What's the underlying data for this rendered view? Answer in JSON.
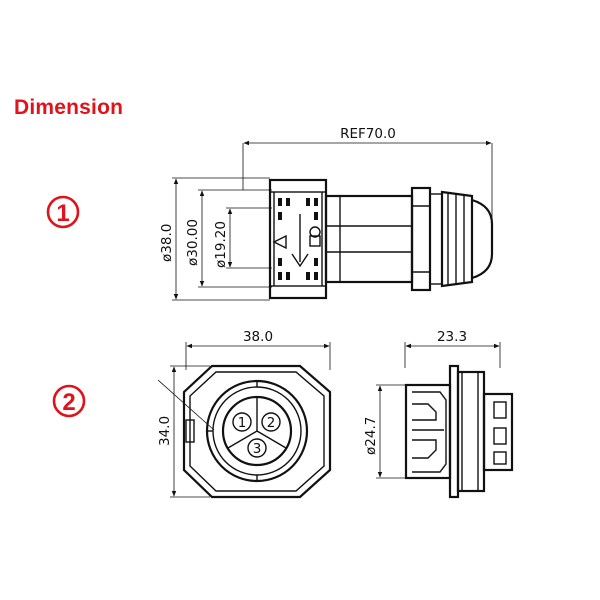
{
  "title": "Dimension",
  "badges": {
    "view1": "1",
    "view2": "2"
  },
  "colors": {
    "accent": "#e0121b",
    "line": "#111111"
  },
  "dimensions": {
    "ref_length": "REF70.0",
    "dia_outer": "ø38.0",
    "dia_mid": "ø30.00",
    "dia_inner": "ø19.20",
    "front_width": "38.0",
    "front_height": "34.0",
    "side_width": "23.3",
    "side_dia": "ø24.7"
  },
  "pin_labels": [
    "1",
    "2",
    "3"
  ]
}
